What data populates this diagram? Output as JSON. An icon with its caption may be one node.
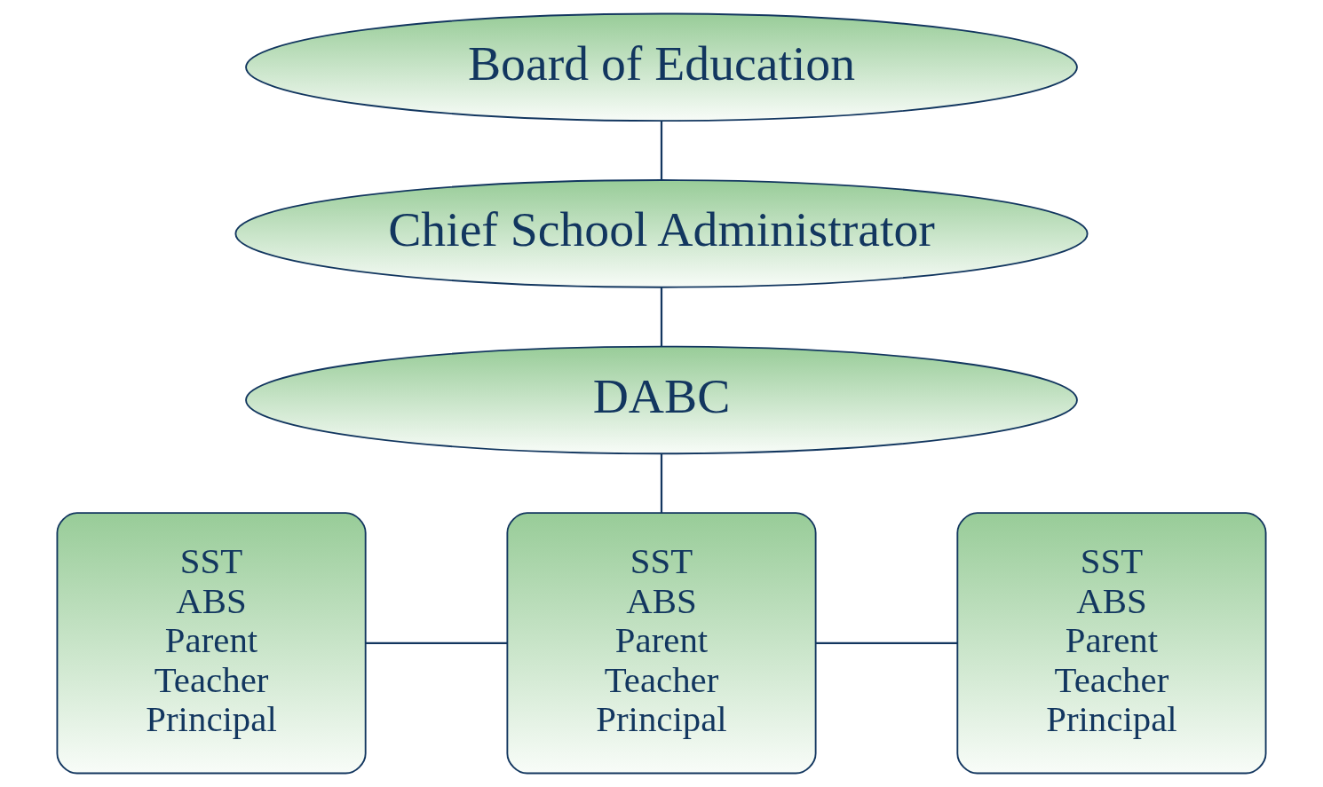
{
  "diagram": {
    "nodes": [
      {
        "text": [
          "Board of Education"
        ]
      },
      {
        "text": [
          "Chief School Administrator"
        ]
      },
      {
        "text": [
          "DABC"
        ]
      },
      {
        "text": [
          "SST",
          "ABS",
          "Parent",
          "Teacher",
          "Principal"
        ]
      },
      {
        "text": [
          "SST",
          "ABS",
          "Parent",
          "Teacher",
          "Principal"
        ]
      },
      {
        "text": [
          "SST",
          "ABS",
          "Parent",
          "Teacher",
          "Principal"
        ]
      }
    ],
    "edges": [
      {
        "from": 0,
        "to": 1,
        "arrow": "none"
      },
      {
        "from": 1,
        "to": 2,
        "arrow": "none"
      },
      {
        "from": 2,
        "to": 4,
        "arrow": "none"
      },
      {
        "from": 3,
        "to": 4,
        "arrow": "none"
      },
      {
        "from": 4,
        "to": 5,
        "arrow": "none"
      }
    ]
  }
}
